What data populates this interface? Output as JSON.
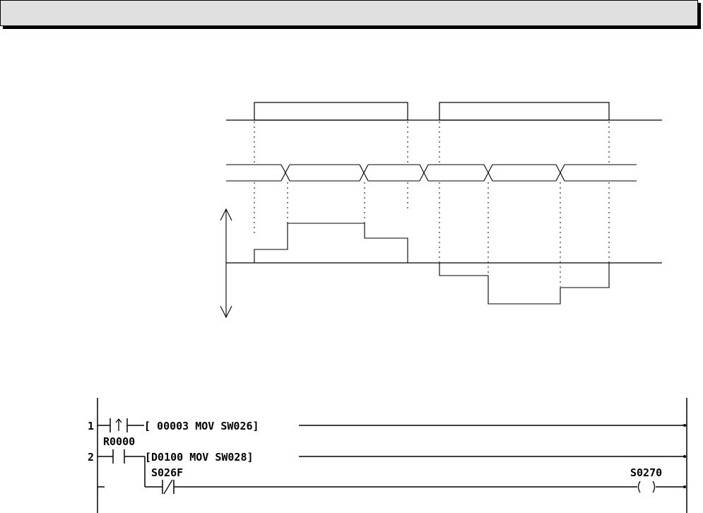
{
  "ladder": {
    "rung1_number": "1",
    "rung1_instruction": "[ 00003 MOV SW026]",
    "rung2_contact_label": "R0000",
    "rung2_number": "2",
    "rung2_instruction": "[D0100  MOV SW028]",
    "rung2_nc_contact_label": "S026F",
    "rung2_coil_label": "S0270"
  }
}
